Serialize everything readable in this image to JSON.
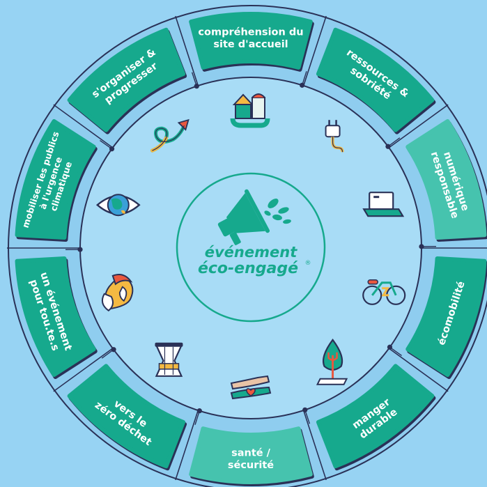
{
  "colors": {
    "background": "#97d3f3",
    "inner_disc": "#a8dcf6",
    "ring": "#8fcdef",
    "teal": "#16a98d",
    "teal_light": "#46c3ae",
    "outline": "#2a3157",
    "white": "#ffffff"
  },
  "center": {
    "line1": "événement",
    "line2": "éco-engagé",
    "registered": "®"
  },
  "segments": [
    {
      "id": "site",
      "lines": [
        "compréhension du",
        "site d'accueil"
      ],
      "icon": "house-icon",
      "highlight": false
    },
    {
      "id": "ressources",
      "lines": [
        "ressources &",
        "sobriété"
      ],
      "icon": "plug-icon",
      "highlight": false
    },
    {
      "id": "numerique",
      "lines": [
        "numérique",
        "responsable"
      ],
      "icon": "laptop-icon",
      "highlight": true
    },
    {
      "id": "mobilite",
      "lines": [
        "écomobilité"
      ],
      "icon": "bicycle-icon",
      "highlight": false
    },
    {
      "id": "manger",
      "lines": [
        "manger",
        "durable"
      ],
      "icon": "tree-fork-icon",
      "highlight": false
    },
    {
      "id": "sante",
      "lines": [
        "santé /",
        "sécurité"
      ],
      "icon": "hands-heart-icon",
      "highlight": true
    },
    {
      "id": "dechet",
      "lines": [
        "vers le",
        "zéro déchet"
      ],
      "icon": "jar-icon",
      "highlight": false
    },
    {
      "id": "publics",
      "lines": [
        "un événement",
        "pour tou.te.s"
      ],
      "icon": "faces-icon",
      "highlight": false
    },
    {
      "id": "climat",
      "lines": [
        "mobiliser les publics",
        "à l'urgence",
        "climatique"
      ],
      "icon": "earth-eye-icon",
      "highlight": false
    },
    {
      "id": "organiser",
      "lines": [
        "s'organiser &",
        "progresser"
      ],
      "icon": "growth-arrow-icon",
      "highlight": false
    }
  ]
}
